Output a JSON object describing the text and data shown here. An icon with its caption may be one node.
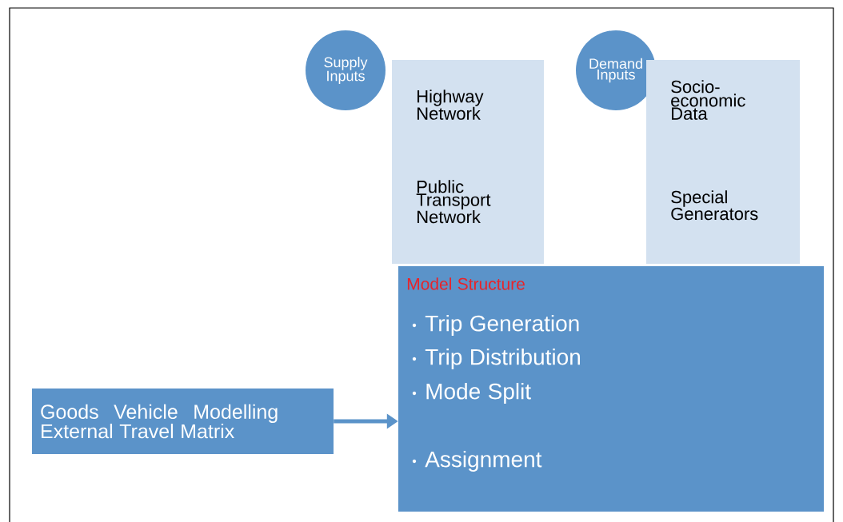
{
  "diagram": {
    "nodes": [
      {
        "text": [
          "Supply Inputs"
        ]
      },
      {
        "text": [
          "Highway Network",
          "Public Transport Network"
        ]
      },
      {
        "text": [
          "Demand Inputs"
        ]
      },
      {
        "text": [
          "Socio-economic Data",
          "Special Generators"
        ]
      },
      {
        "text": [
          "Model Structure",
          "Trip Generation",
          "Trip Distribution",
          "Mode Split",
          "Assignment"
        ]
      },
      {
        "text": [
          "Goods Vehicle Modelling External Travel Matrix"
        ]
      }
    ],
    "edges": [
      {
        "from": 5,
        "to": 4,
        "arrow": "to"
      }
    ]
  }
}
